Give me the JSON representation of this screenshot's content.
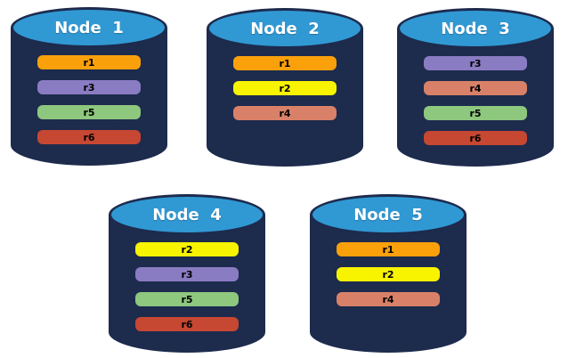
{
  "diagram": {
    "background": "#ffffff",
    "palette": {
      "cylinder_body": "#1d2b4d",
      "cylinder_top": "#3099d4",
      "title_text": "#ffffff",
      "replica_text": "#000000",
      "r1": "#f9a00b",
      "r2": "#f8f400",
      "r3": "#8a7cc2",
      "r4": "#d98168",
      "r5": "#8ec77e",
      "r6": "#c64732"
    },
    "nodes": [
      {
        "title": "Node  1",
        "replicas": [
          {
            "label": "r1",
            "color": "#f9a00b"
          },
          {
            "label": "r3",
            "color": "#8a7cc2"
          },
          {
            "label": "r5",
            "color": "#8ec77e"
          },
          {
            "label": "r6",
            "color": "#c64732"
          }
        ]
      },
      {
        "title": "Node  2",
        "replicas": [
          {
            "label": "r1",
            "color": "#f9a00b"
          },
          {
            "label": "r2",
            "color": "#f8f400"
          },
          {
            "label": "r4",
            "color": "#d98168"
          }
        ]
      },
      {
        "title": "Node  3",
        "replicas": [
          {
            "label": "r3",
            "color": "#8a7cc2"
          },
          {
            "label": "r4",
            "color": "#d98168"
          },
          {
            "label": "r5",
            "color": "#8ec77e"
          },
          {
            "label": "r6",
            "color": "#c64732"
          }
        ]
      },
      {
        "title": "Node  4",
        "replicas": [
          {
            "label": "r2",
            "color": "#f8f400"
          },
          {
            "label": "r3",
            "color": "#8a7cc2"
          },
          {
            "label": "r5",
            "color": "#8ec77e"
          },
          {
            "label": "r6",
            "color": "#c64732"
          }
        ]
      },
      {
        "title": "Node  5",
        "replicas": [
          {
            "label": "r1",
            "color": "#f9a00b"
          },
          {
            "label": "r2",
            "color": "#f8f400"
          },
          {
            "label": "r4",
            "color": "#d98168"
          }
        ]
      }
    ]
  }
}
